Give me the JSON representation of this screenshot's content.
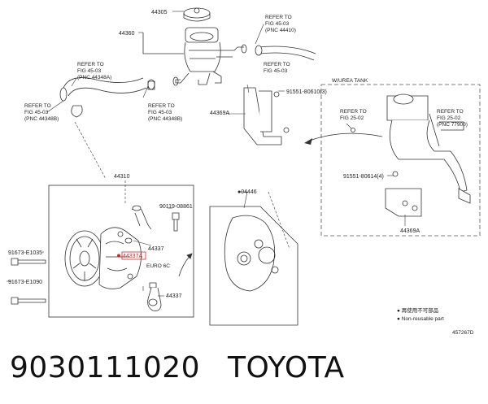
{
  "callouts": {
    "p44305": "44305",
    "p44360": "44360",
    "p44310": "44310",
    "p44337a": "44337",
    "p44337b": "44337",
    "p44369a_left": "44369A",
    "p44369a_right": "44369A",
    "p90119": "90119-08861",
    "p91673_1035": "91673-E1035",
    "p91673_1090": "91673-E1090",
    "p91551_80610": "91551-80610(3)",
    "p91551_80614": "91551-80614(4)",
    "p04446": "●04446",
    "p_highlight": "44337A",
    "euro6c": "EURO 6C",
    "w_urea_tank": "W/UREA TANK"
  },
  "refs": {
    "r1": [
      "REFER TO",
      "FIG 45-03",
      "(PNC 44410)"
    ],
    "r2": [
      "REFER TO",
      "FIG 45-03",
      "(PNC 44348A)"
    ],
    "r3": [
      "REFER TO",
      "FIG 45-03"
    ],
    "r4": [
      "REFER TO",
      "FIG 45-03",
      "(PNC 44348B)"
    ],
    "r5": [
      "REFER TO",
      "FIG 45-03",
      "(PNC 44348B)"
    ],
    "r6": [
      "REFER TO",
      "FIG 25-02"
    ],
    "r7": [
      "REFER TO",
      "FIG 25-02",
      "(PNC 77900)"
    ]
  },
  "legend": {
    "jp": "● 再使用不可部品",
    "en": "● Non-reusable part"
  },
  "fig_code": "457267D",
  "caption": {
    "part_number": "9030111020",
    "brand": "TOYOTA"
  }
}
